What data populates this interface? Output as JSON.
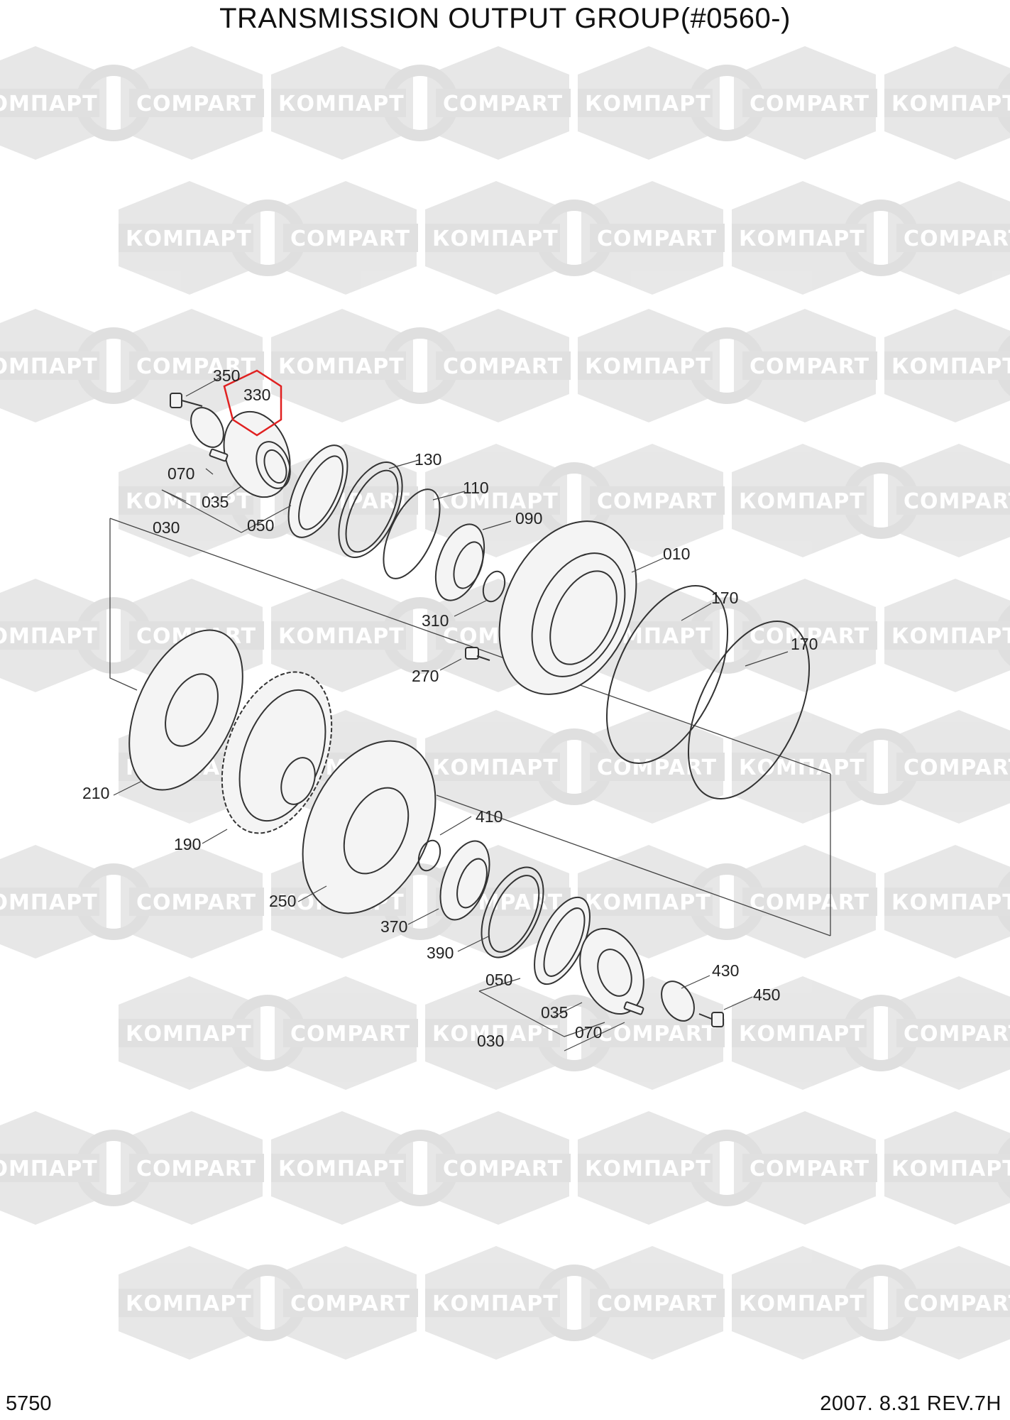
{
  "title": "TRANSMISSION OUTPUT GROUP(#0560-)",
  "watermark": {
    "latin": "COMPART",
    "cyrillic": "КОМПАРТ"
  },
  "callouts": [
    "350",
    "330",
    "070",
    "035",
    "030",
    "050",
    "130",
    "110",
    "090",
    "010",
    "310",
    "170",
    "170",
    "270",
    "210",
    "190",
    "250",
    "410",
    "370",
    "390",
    "050",
    "035",
    "030",
    "070",
    "430",
    "450"
  ],
  "highlighted_callout": "330",
  "footer": {
    "page_number": "5750",
    "revision": "2007.  8.31  REV.7H"
  },
  "colors": {
    "highlight": "#e02020",
    "watermark": "#d9d9d9",
    "line": "#333333"
  }
}
